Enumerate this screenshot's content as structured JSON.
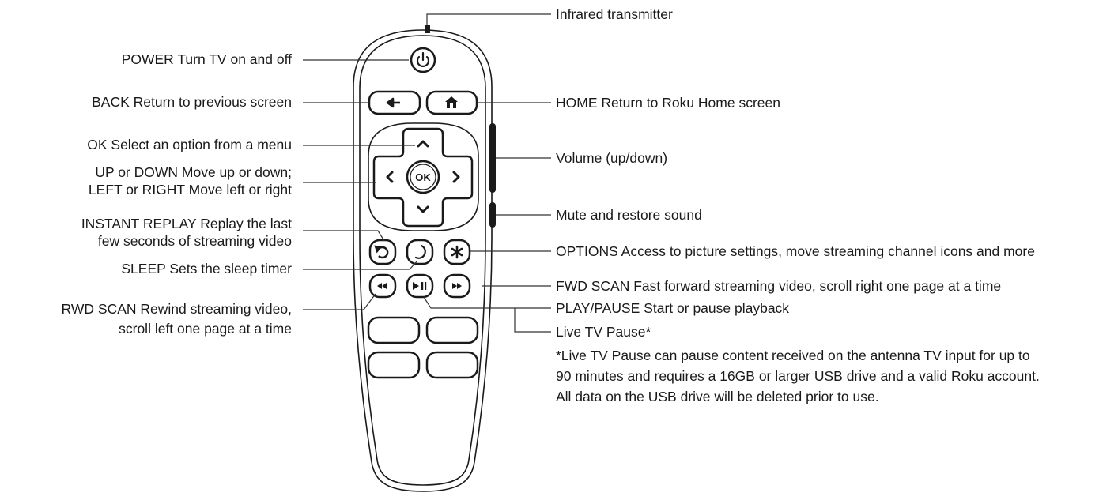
{
  "labels": {
    "infrared": "Infrared transmitter",
    "power": "POWER Turn TV on and off",
    "back": "BACK Return to previous screen",
    "home": "HOME Return to Roku Home screen",
    "ok": "OK Select an option from a menu",
    "volume": "Volume (up/down)",
    "nav_line1": "UP or DOWN Move up or down;",
    "nav_line2": "LEFT or RIGHT Move left or right",
    "mute": "Mute and restore sound",
    "replay_line1": "INSTANT REPLAY Replay the last",
    "replay_line2": "few seconds of streaming video",
    "options": "OPTIONS Access to picture settings, move streaming channel icons and more",
    "sleep": "SLEEP Sets the sleep timer",
    "fwd": "FWD SCAN Fast forward streaming video, scroll right one page at a time",
    "rwd_line1": "RWD SCAN Rewind streaming video,",
    "rwd_line2": "scroll left one page at a time",
    "play": "PLAY/PAUSE Start or pause playback",
    "live_pause": "Live TV Pause*",
    "footnote_line1": "*Live TV Pause can pause content received on the antenna TV input for up to",
    "footnote_line2": "90 minutes and requires a 16GB or larger USB drive and a valid Roku account.",
    "footnote_line3": "All data on the USB drive will be deleted prior to use."
  },
  "buttons": {
    "ok_text": "OK"
  },
  "icons": {
    "power": "power-icon",
    "back": "back-arrow-icon",
    "home": "home-icon",
    "up": "chevron-up-icon",
    "down": "chevron-down-icon",
    "left": "chevron-left-icon",
    "right": "chevron-right-icon",
    "replay": "replay-icon",
    "sleep": "moon-icon",
    "options": "asterisk-icon",
    "rewind": "rewind-icon",
    "play_pause": "play-pause-icon",
    "fast_forward": "fast-forward-icon"
  },
  "colors": {
    "line": "#1a1a1a",
    "leader": "#333333"
  }
}
